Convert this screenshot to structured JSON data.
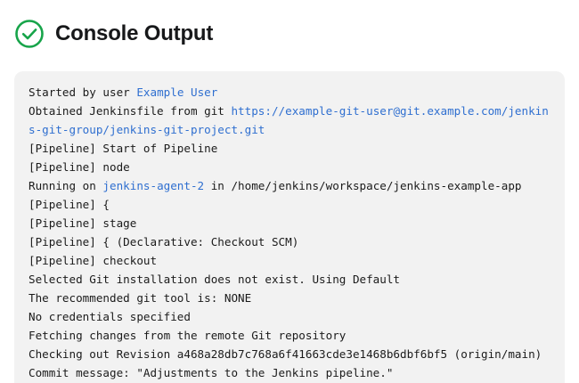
{
  "header": {
    "title": "Console Output",
    "status_icon": "check-circle-icon",
    "status_color": "#17a44a"
  },
  "theme": {
    "panel_background": "#f2f2f2",
    "text_color": "#1b1b1b",
    "muted_text_color": "#9b9fa4",
    "link_color": "#2f6fd0",
    "page_background": "#ffffff"
  },
  "console": {
    "lines": [
      {
        "id": "started-by-user",
        "muted": false,
        "parts": [
          {
            "text": "Started by user ",
            "style": "plain"
          },
          {
            "text": "Example User",
            "style": "link"
          }
        ]
      },
      {
        "id": "obtained-jenkinsfile",
        "muted": false,
        "parts": [
          {
            "text": "Obtained Jenkinsfile from git ",
            "style": "plain"
          },
          {
            "text": "https://example-git-user@git.example.com/jenkins-git-group/jenkins-git-project.git",
            "style": "link"
          }
        ]
      },
      {
        "id": "pipeline-start-of-pipeline",
        "muted": true,
        "parts": [
          {
            "text": "[Pipeline] Start of Pipeline",
            "style": "plain"
          }
        ]
      },
      {
        "id": "pipeline-node",
        "muted": true,
        "parts": [
          {
            "text": "[Pipeline] node",
            "style": "plain"
          }
        ]
      },
      {
        "id": "running-on-agent",
        "muted": false,
        "parts": [
          {
            "text": "Running on ",
            "style": "plain"
          },
          {
            "text": "jenkins-agent-2",
            "style": "link"
          },
          {
            "text": " in /home/jenkins/workspace/jenkins-example-app",
            "style": "plain"
          }
        ]
      },
      {
        "id": "pipeline-open-brace",
        "muted": true,
        "parts": [
          {
            "text": "[Pipeline] {",
            "style": "plain"
          }
        ]
      },
      {
        "id": "pipeline-stage",
        "muted": true,
        "parts": [
          {
            "text": "[Pipeline] stage",
            "style": "plain"
          }
        ]
      },
      {
        "id": "pipeline-declarative-checkout-scm",
        "muted": true,
        "parts": [
          {
            "text": "[Pipeline] { (Declarative: Checkout SCM)",
            "style": "plain"
          }
        ]
      },
      {
        "id": "pipeline-checkout",
        "muted": true,
        "parts": [
          {
            "text": "[Pipeline] checkout",
            "style": "plain"
          }
        ]
      },
      {
        "id": "selected-git-installation",
        "muted": false,
        "parts": [
          {
            "text": "Selected Git installation does not exist. Using Default",
            "style": "plain"
          }
        ]
      },
      {
        "id": "recommended-git-tool",
        "muted": false,
        "parts": [
          {
            "text": "The recommended git tool is: NONE",
            "style": "plain"
          }
        ]
      },
      {
        "id": "no-credentials-specified",
        "muted": false,
        "parts": [
          {
            "text": "No credentials specified",
            "style": "plain"
          }
        ]
      },
      {
        "id": "fetching-changes",
        "muted": false,
        "parts": [
          {
            "text": "Fetching changes from the remote Git repository",
            "style": "plain"
          }
        ]
      },
      {
        "id": "checking-out-revision",
        "muted": false,
        "parts": [
          {
            "text": "Checking out Revision a468a28db7c768a6f41663cde3e1468b6dbf6bf5 (origin/main)",
            "style": "plain"
          }
        ]
      },
      {
        "id": "commit-message",
        "muted": false,
        "parts": [
          {
            "text": "Commit message: \"Adjustments to the Jenkins pipeline.\"",
            "style": "plain"
          }
        ]
      }
    ]
  }
}
